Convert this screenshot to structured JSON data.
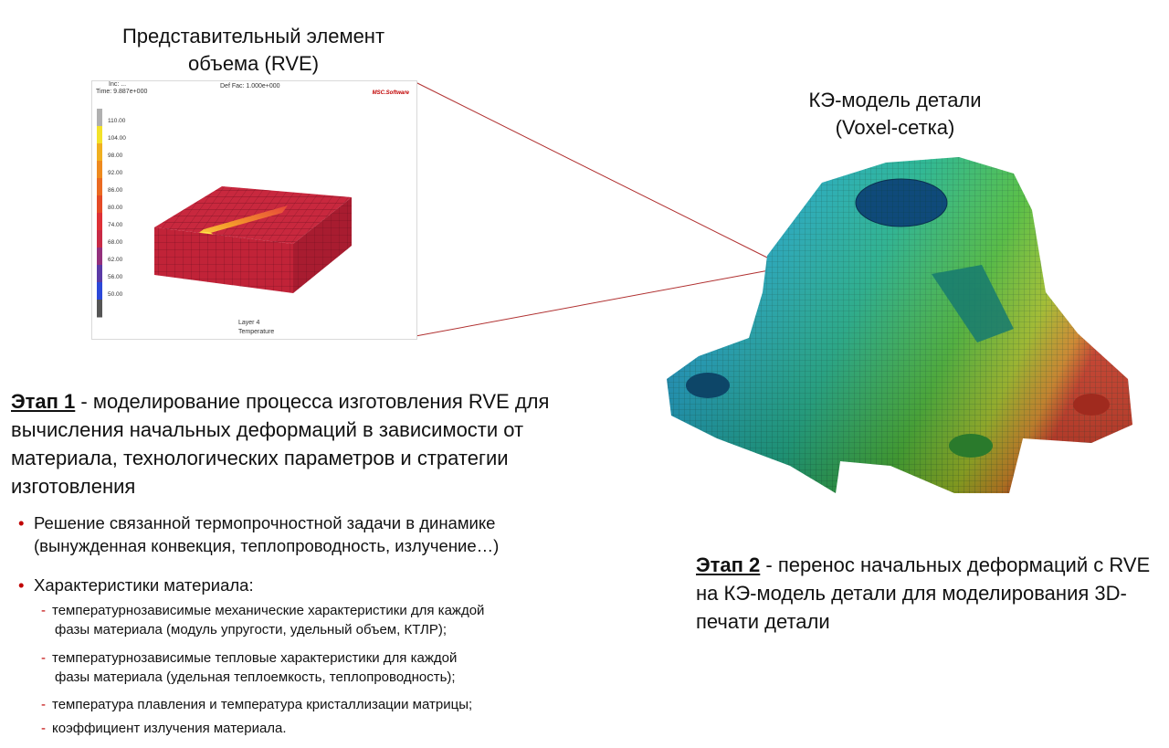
{
  "rve": {
    "caption_line1": "Представительный элемент",
    "caption_line2": "объема (RVE)",
    "header_left_1": "Inc:  ...",
    "header_left_2": "Time:  9.887e+000",
    "header_mid": "Def Fac:  1.000e+000",
    "logo": "MSC.Software",
    "legend_values": [
      "110.00",
      "104.00",
      "98.00",
      "92.00",
      "86.00",
      "80.00",
      "74.00",
      "68.00",
      "62.00",
      "56.00",
      "50.00"
    ],
    "legend_colors": [
      "#b0b0b0",
      "#f3e22a",
      "#f0b020",
      "#ee8a1e",
      "#ea6a22",
      "#e44a26",
      "#de3036",
      "#c82a46",
      "#93307c",
      "#5a3aa6",
      "#2c48d8",
      "#555555"
    ],
    "footer_1": "Layer 4",
    "footer_2": "Temperature"
  },
  "fe_model": {
    "caption_line1": "КЭ-модель детали",
    "caption_line2": "(Voxel-сетка)"
  },
  "stage1": {
    "label": "Этап 1",
    "text": " - моделирование процесса изготовления RVE для вычисления начальных деформаций в зависимости от материала, технологических параметров и стратегии изготовления"
  },
  "stage2": {
    "label": "Этап 2",
    "text": " - перенос начальных деформаций с RVE на КЭ-модель детали для моделирования 3D-печати детали"
  },
  "bullets": {
    "b1_line1": "Решение связанной термопрочностной задачи в динамике",
    "b1_line2": "(вынужденная конвекция, теплопроводность, излучение…)",
    "b2_line1": "Характеристики материала:"
  },
  "sub_items": {
    "s1_line1": "температурнозависимые механические характеристики  для каждой",
    "s1_line2": "фазы материала (модуль упругости, удельный объем, КТЛР);",
    "s2_line1": "температурнозависимые тепловые характеристики  для каждой",
    "s2_line2": "фазы материала (удельная теплоемкость, теплопроводность);",
    "s3_line1": "температура плавления и температура кристаллизации матрицы;",
    "s4_line1": "коэффициент излучения материала."
  },
  "colors": {
    "accent": "#c00000",
    "connector": "#b03030",
    "block": "#c8283e"
  }
}
